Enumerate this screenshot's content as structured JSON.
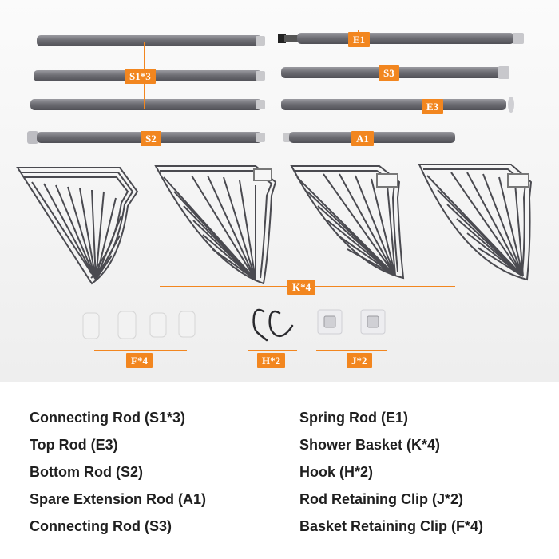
{
  "labels": {
    "e1": "E1",
    "s1": "S1*3",
    "s3": "S3",
    "e3": "E3",
    "s2": "S2",
    "a1": "A1",
    "k": "K*4",
    "f": "F*4",
    "h": "H*2",
    "j": "J*2"
  },
  "legend": {
    "left": [
      "Connecting Rod (S1*3)",
      "Top Rod (E3)",
      "Bottom Rod (S2)",
      "Spare Extension Rod (A1)",
      "Connecting Rod (S3)"
    ],
    "right": [
      "Spring Rod (E1)",
      "Shower Basket (K*4)",
      "Hook (H*2)",
      "Rod Retaining Clip (J*2)",
      "Basket Retaining Clip (F*4)"
    ]
  },
  "colors": {
    "accent": "#f2861f",
    "rod": "#6e6e74",
    "basket_wire": "#4a4a50",
    "text": "#1f1f1f"
  }
}
